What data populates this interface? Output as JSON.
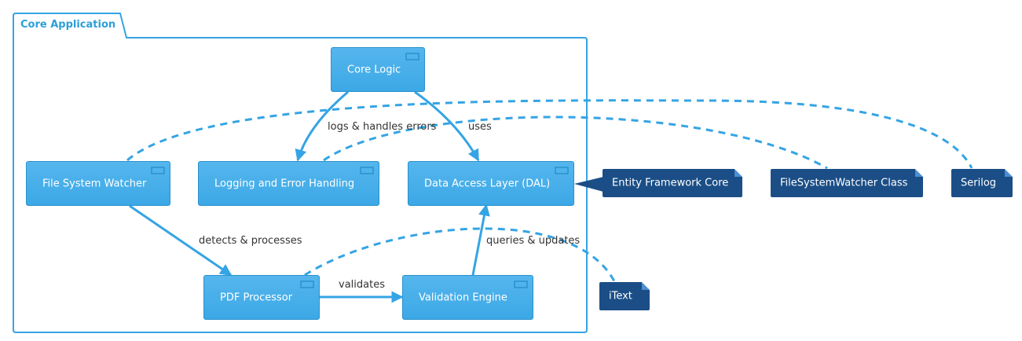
{
  "package": {
    "title": "Core Application"
  },
  "components": {
    "core_logic": "Core Logic",
    "file_system_watcher": "File System Watcher",
    "logging": "Logging and Error Handling",
    "dal": "Data Access Layer (DAL)",
    "pdf_processor": "PDF Processor",
    "validation_engine": "Validation Engine"
  },
  "notes": {
    "entity_framework": "Entity Framework Core",
    "filesystemwatcher_class": "FileSystemWatcher Class",
    "serilog": "Serilog",
    "itext": "iText"
  },
  "edges": {
    "logs": "logs & handles errors",
    "uses": "uses",
    "detects": "detects & processes",
    "validates": "validates",
    "queries": "queries & updates"
  },
  "colors": {
    "component_fill": "#45aee9",
    "note_fill": "#1b4e86",
    "edge": "#35a4e4"
  }
}
